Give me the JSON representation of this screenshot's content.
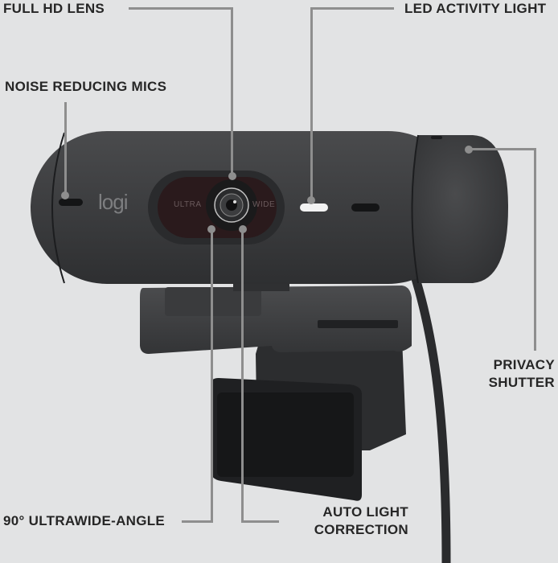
{
  "callouts": {
    "full_hd_lens": "FULL HD LENS",
    "noise_reducing_mics": "NOISE REDUCING MICS",
    "led_activity_light": "LED ACTIVITY LIGHT",
    "privacy_shutter_line1": "PRIVACY",
    "privacy_shutter_line2": "SHUTTER",
    "ultrawide_angle": "90° ULTRAWIDE-ANGLE",
    "auto_light_line1": "AUTO LIGHT",
    "auto_light_line2": "CORRECTION"
  },
  "product": {
    "brand_logo": "logi",
    "lens_left_text": "ULTRA",
    "lens_right_text": "WIDE"
  },
  "colors": {
    "background": "#e2e3e4",
    "body": "#3d3e40",
    "leader_line": "#8e8e8e",
    "text": "#262626"
  }
}
